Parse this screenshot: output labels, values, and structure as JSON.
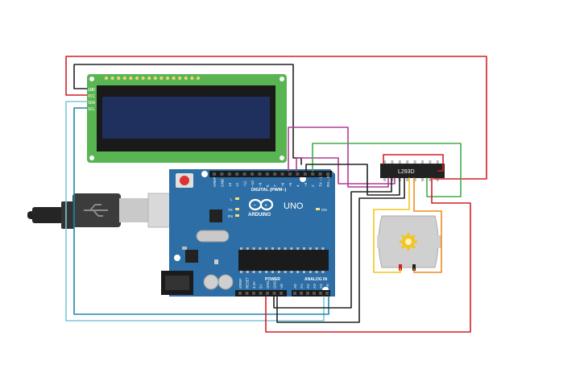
{
  "lcd": {
    "pins": [
      "GND",
      "VCC",
      "SDA",
      "SCL"
    ]
  },
  "arduino": {
    "logo_text": "ARDUINO",
    "model": "UNO",
    "digital_label": "DIGITAL (PWM~)",
    "power_label": "POWER",
    "analog_label": "ANALOG IN",
    "on_label": "ON",
    "tx_label": "TX",
    "rx_label": "RX",
    "l_label": "L",
    "digital_pins": [
      "AREF",
      "GND",
      "13",
      "12",
      "~11",
      "~10",
      "~9",
      "8",
      "7",
      "~6",
      "~5",
      "4",
      "~3",
      "2",
      "TX→1",
      "RX←0"
    ],
    "power_pins": [
      "IOREF",
      "RESET",
      "3.3V",
      "5V",
      "GND",
      "GND",
      "Vin"
    ],
    "analog_pins": [
      "A0",
      "A1",
      "A2",
      "A3",
      "A4",
      "A5"
    ]
  },
  "driver": {
    "label": "L293D"
  },
  "colors": {
    "red": "#d21f26",
    "black": "#222222",
    "magenta": "#b23c93",
    "green": "#3fae49",
    "yellow": "#f3c51f",
    "orange": "#f08b1d",
    "teal": "#1b86b0",
    "cyan": "#7cc7dc",
    "board": "#2c6ea5",
    "lcd_pcb": "#58b552",
    "lcd_screen": "#1f2f5e"
  }
}
